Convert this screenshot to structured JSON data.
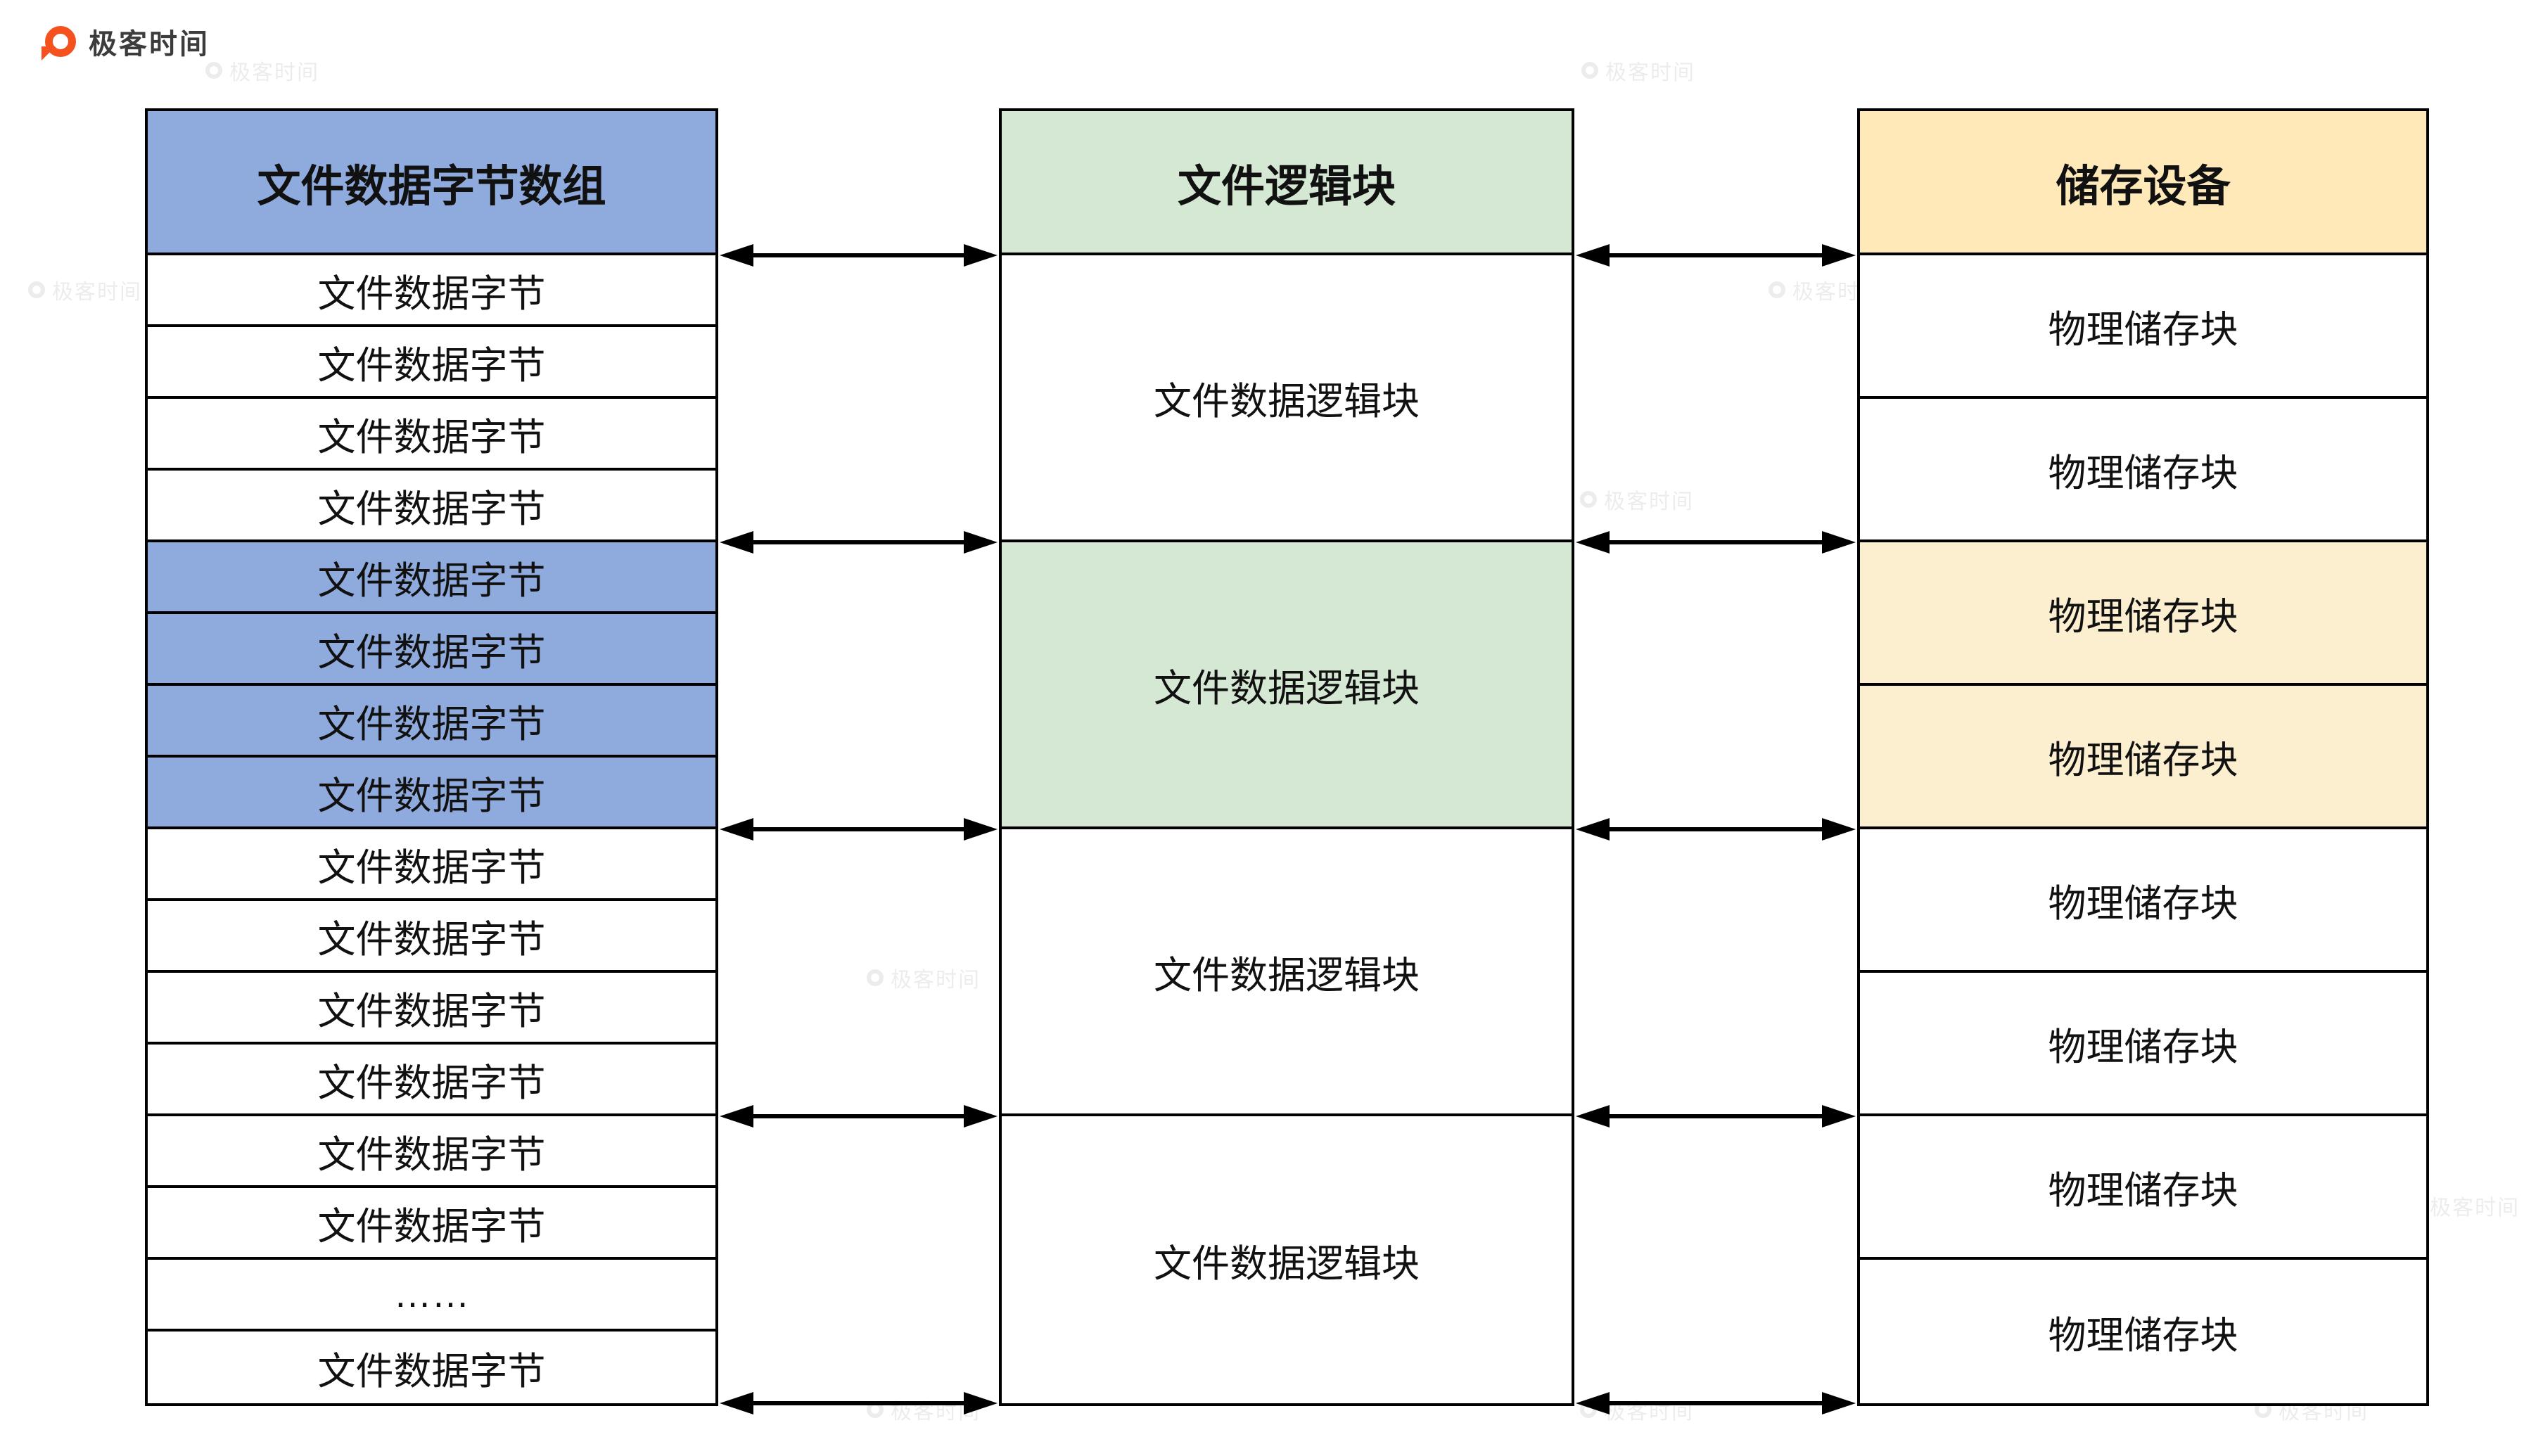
{
  "brand": {
    "logo_text": "极客时间"
  },
  "watermark": {
    "text": "极客时间"
  },
  "left_table": {
    "header": "文件数据字节数组",
    "rows": [
      {
        "label": "文件数据字节",
        "highlight": false
      },
      {
        "label": "文件数据字节",
        "highlight": false
      },
      {
        "label": "文件数据字节",
        "highlight": false
      },
      {
        "label": "文件数据字节",
        "highlight": false
      },
      {
        "label": "文件数据字节",
        "highlight": true
      },
      {
        "label": "文件数据字节",
        "highlight": true
      },
      {
        "label": "文件数据字节",
        "highlight": true
      },
      {
        "label": "文件数据字节",
        "highlight": true
      },
      {
        "label": "文件数据字节",
        "highlight": false
      },
      {
        "label": "文件数据字节",
        "highlight": false
      },
      {
        "label": "文件数据字节",
        "highlight": false
      },
      {
        "label": "文件数据字节",
        "highlight": false
      },
      {
        "label": "文件数据字节",
        "highlight": false
      },
      {
        "label": "文件数据字节",
        "highlight": false
      },
      {
        "label": "……",
        "highlight": false
      },
      {
        "label": "文件数据字节",
        "highlight": false
      }
    ]
  },
  "middle_table": {
    "header": "文件逻辑块",
    "blocks": [
      {
        "label": "文件数据逻辑块",
        "highlight": false
      },
      {
        "label": "文件数据逻辑块",
        "highlight": true
      },
      {
        "label": "文件数据逻辑块",
        "highlight": false
      },
      {
        "label": "文件数据逻辑块",
        "highlight": false
      }
    ]
  },
  "right_table": {
    "header": "储存设备",
    "rows": [
      {
        "label": "物理储存块",
        "highlight": false
      },
      {
        "label": "物理储存块",
        "highlight": false
      },
      {
        "label": "物理储存块",
        "highlight": true
      },
      {
        "label": "物理储存块",
        "highlight": true
      },
      {
        "label": "物理储存块",
        "highlight": false
      },
      {
        "label": "物理储存块",
        "highlight": false
      },
      {
        "label": "物理储存块",
        "highlight": false
      },
      {
        "label": "物理储存块",
        "highlight": false
      }
    ]
  },
  "colors": {
    "blue": "#8FAADC",
    "green": "#D5E8D4",
    "yellow_header": "#FFE9B8",
    "yellow_row": "#FBEFD0",
    "accent_orange": "#F4511E"
  }
}
